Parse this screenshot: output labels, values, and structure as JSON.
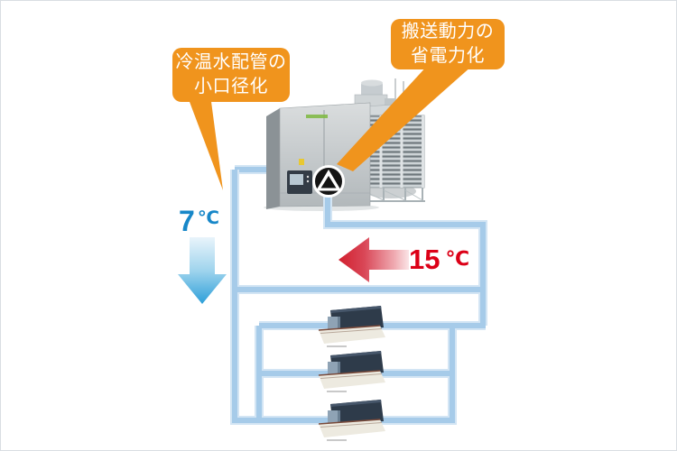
{
  "diagram": {
    "callouts": [
      {
        "lines": [
          "冷温水配管の",
          "小口径化"
        ]
      },
      {
        "lines": [
          "搬送動力の",
          "省電力化"
        ]
      }
    ],
    "labels": {
      "supply": {
        "value": "7",
        "unit": "℃",
        "color": "#1787C8"
      },
      "return": {
        "value": "15",
        "unit": "℃",
        "color": "#DC0017"
      }
    },
    "icons": {
      "pump": "pump-icon"
    },
    "equipment": [
      "chiller",
      "cooling-tower",
      "indoor-unit-1",
      "indoor-unit-2",
      "indoor-unit-3"
    ],
    "colors": {
      "callout_orange": "#F0941D",
      "pipe_blue": "#A6CBE9",
      "pipe_casing": "#D3E5F4",
      "supply_arrow_start": "#E9F4FB",
      "supply_arrow_end": "#2D9FD9",
      "return_arrow_start": "#D2202F",
      "return_arrow_end": "#FDF3F4",
      "frame_border": "#D9DDE2"
    }
  }
}
